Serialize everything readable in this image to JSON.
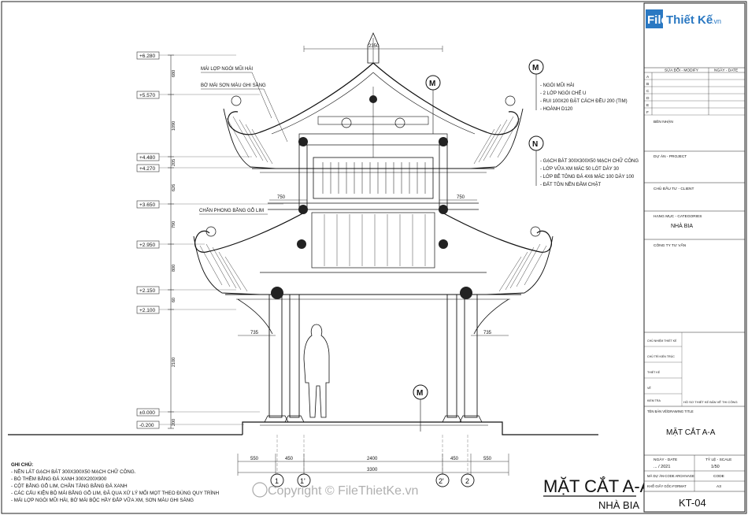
{
  "logo": {
    "brand_a": "File",
    "brand_b": "Thiết Kế",
    "brand_c": ".vn"
  },
  "watermark": "Copyright © FileThietKe.vn",
  "levels": [
    "+6.280",
    "+5.570",
    "+4.480",
    "+4.270",
    "+3.650",
    "+2.950",
    "+2.150",
    "+2.100",
    "±0.000",
    "-0.200"
  ],
  "heights_left": [
    "680",
    "1090",
    "205",
    "626",
    "790",
    "800",
    "60",
    "2100",
    "200"
  ],
  "dims_top": {
    "roof_width": "2350",
    "span_upper_left": "750",
    "span_upper_right": "750",
    "overhang_left": "735",
    "overhang_right": "735"
  },
  "dims_bottom": {
    "seg1": "550",
    "seg2": "450",
    "seg3": "2400",
    "seg4": "450",
    "seg5": "550",
    "total": "3300"
  },
  "axes": [
    "1",
    "1'",
    "2'",
    "2"
  ],
  "markers": {
    "m_top": "M",
    "m_mid": "M",
    "n": "N",
    "m_bottom": "M"
  },
  "notes_m": [
    "- NGÓI MŨI HÀI",
    "- 2 LỚP NGÓI CHẾ U",
    "- RUI 100X20 ĐẶT CÁCH ĐỀU 200 (TIM)",
    "- HOÀNH D120"
  ],
  "notes_n": [
    "- GẠCH BÁT 300X300X50 MẠCH CHỮ CÔNG",
    "- LỚP VỮA XM MÁC 50 LÓT DÀY 30",
    "- LỚP BÊ TÔNG ĐÁ 4X6 MÁC 100 DÀY 100",
    "- ĐẤT TÔN NỀN ĐẦM CHẶT"
  ],
  "callouts": {
    "c1": "MÁI LỢP NGÓI MŨI HÀI",
    "c2": "BỜ MÁI SƠN MÀU GHI SÁNG",
    "c3": "CHẮN PHONG BẰNG GỖ LIM"
  },
  "ghichu": {
    "title": "GHI CHÚ:",
    "lines": [
      "- NỀN LÁT GẠCH BÁT 300X300X50 MẠCH CHỮ CÔNG.",
      "- BÓ THỀM BẰNG ĐÁ XANH 300X200X900",
      "- CỘT BẰNG GỖ LIM, CHÂN TẢNG BẰNG ĐÁ XANH",
      "- CÁC CẤU KIỆN BỘ MÁI BẰNG GỖ LIM, ĐÃ QUA XỬ LÝ MỐI MỌT THEO ĐÚNG QUY TRÌNH",
      "- MÁI LỢP NGÓI MŨI HÀI, BỜ MÁI BỘC HẦY ĐẮP VỮA XM, SƠN MÀU GHI SÁNG"
    ]
  },
  "drawing_title": {
    "main": "MẶT CẮT A-A",
    "sub": "NHÀ BIA"
  },
  "title_block": {
    "revision_header": "SỬA ĐỔI - MODIFY",
    "date_header": "NGÀY - DATE",
    "revision_rows": [
      "A",
      "B",
      "C",
      "D",
      "E",
      "F"
    ],
    "field_owner": "BÊN NHẬN",
    "field_project": "DỰ ÁN - PROJECT",
    "field_client": "CHỦ ĐẦU TƯ - CLIENT",
    "field_category": "HẠNG MỤC - CATEGORIES",
    "category_value": "NHÀ BIA",
    "field_unit": "CÔNG TY TƯ VẤN",
    "sign_rows": [
      "CHỦ NHIỆM THIẾT KẾ",
      "CHỦ TRÌ KIẾN TRÚC",
      "THIẾT KẾ",
      "VẼ",
      "KIỂM TRA"
    ],
    "stage_note": "HỒ SƠ THIẾT KẾ BẢN VẼ THI CÔNG",
    "field_drawing_title": "TÊN BẢN VẼ/DRAWING TITLE",
    "drawing_title_value": "MẶT CẮT A-A",
    "field_date": "NGÀY - DATE",
    "date_value": "... / 2021",
    "field_scale": "TỶ LỆ - SCALE",
    "scale_value": "1/50",
    "field_archive": "MÃ DỰ ÁN-CODE ARCHIVAGE",
    "field_code": "CODE",
    "field_format": "KHỔ GIẤY GỐC-FORMAT",
    "format_value": "A3",
    "sheet_no": "KT-04"
  }
}
